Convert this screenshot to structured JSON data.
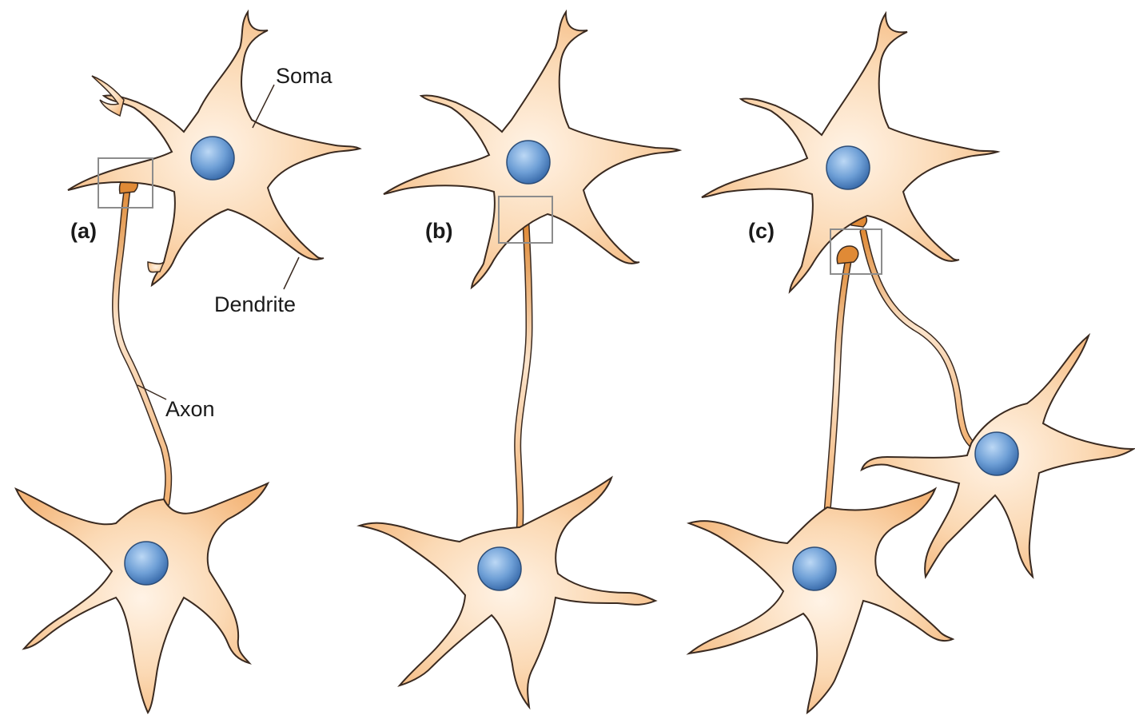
{
  "panels": [
    {
      "label": "(a)"
    },
    {
      "label": "(b)"
    },
    {
      "label": "(c)"
    }
  ],
  "annotations": {
    "soma": "Soma",
    "dendrite": "Dendrite",
    "axon": "Axon"
  },
  "colors": {
    "soma_fill": "#f7c99a",
    "soma_center": "#fff1e2",
    "outline": "#3a2a20",
    "axon": "#e8953f",
    "nucleus": "#6a9fd8",
    "box": "#8c8c8c"
  }
}
